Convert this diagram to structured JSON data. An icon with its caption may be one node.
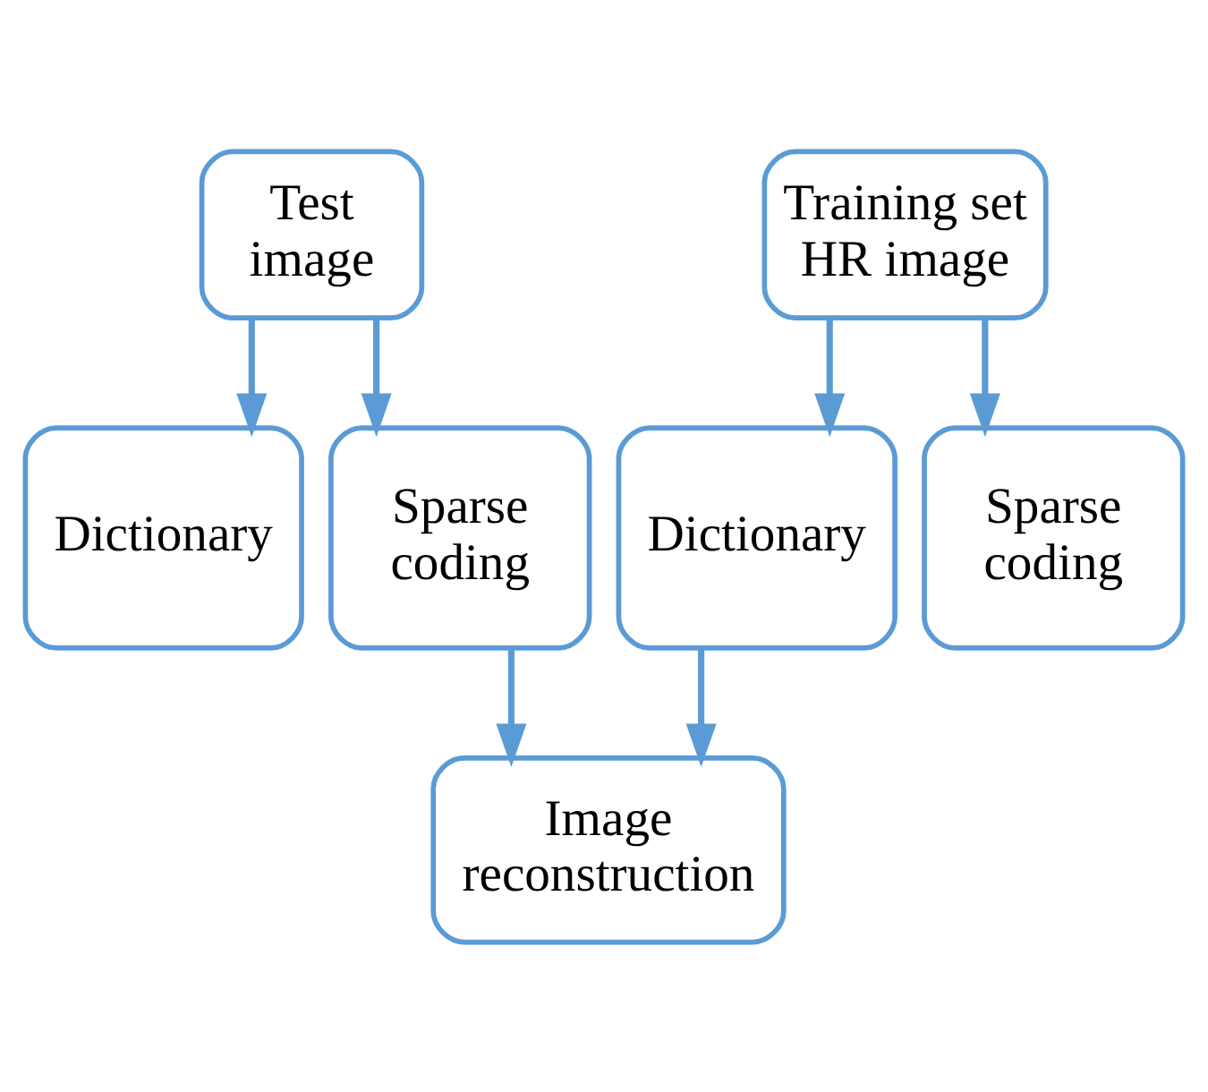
{
  "diagram": {
    "nodes": [
      {
        "text": [
          "Test image"
        ]
      },
      {
        "text": [
          "Training set HR image"
        ]
      },
      {
        "text": [
          "Dictionary"
        ]
      },
      {
        "text": [
          "Sparse coding"
        ]
      },
      {
        "text": [
          "Dictionary"
        ]
      },
      {
        "text": [
          "Sparse coding"
        ]
      },
      {
        "text": [
          "Image reconstruction"
        ]
      }
    ],
    "edges": [
      {
        "from": 0,
        "to": 2,
        "arrow": "to"
      },
      {
        "from": 0,
        "to": 3,
        "arrow": "to"
      },
      {
        "from": 1,
        "to": 4,
        "arrow": "to"
      },
      {
        "from": 1,
        "to": 5,
        "arrow": "to"
      },
      {
        "from": 3,
        "to": 6,
        "arrow": "to"
      },
      {
        "from": 4,
        "to": 6,
        "arrow": "to"
      }
    ]
  }
}
